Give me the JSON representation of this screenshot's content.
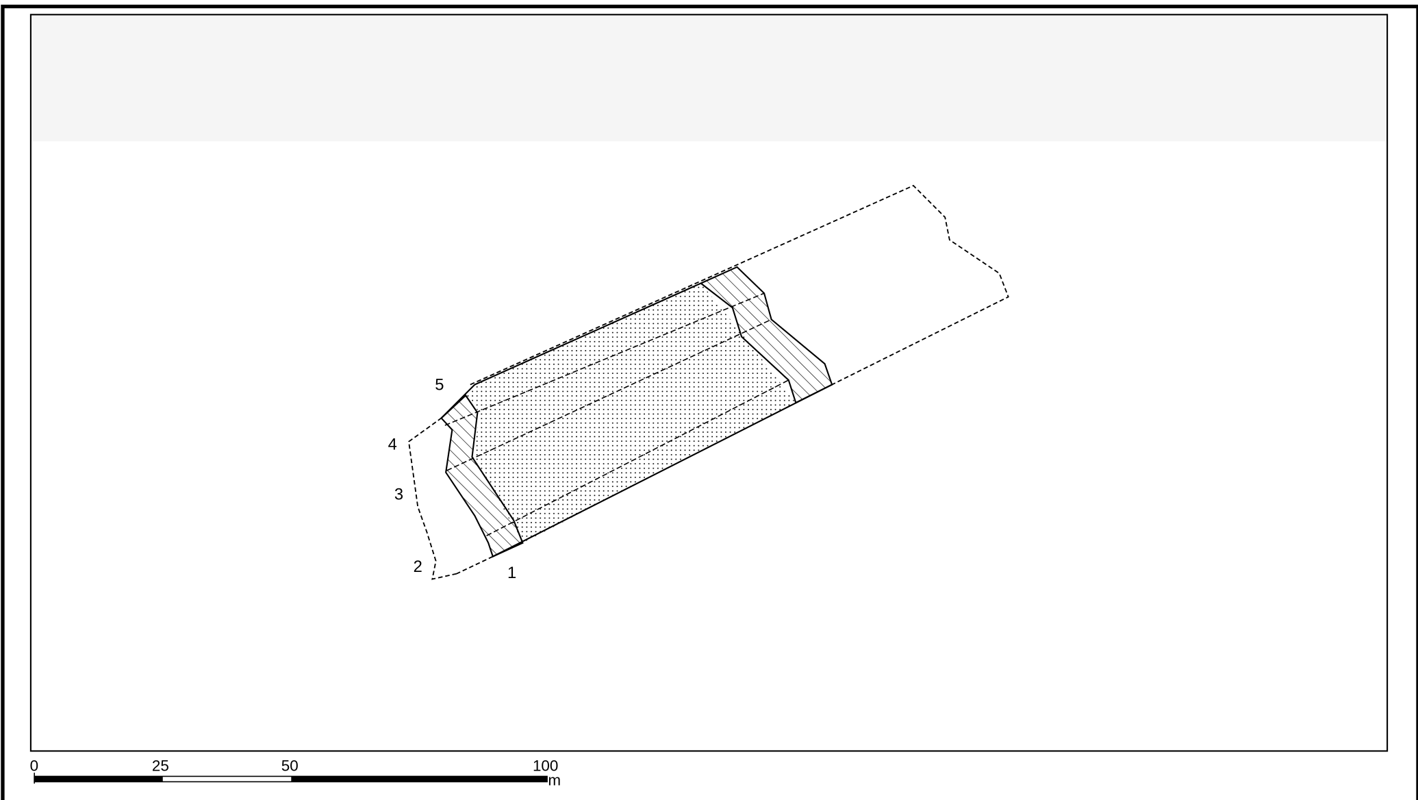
{
  "diagram": {
    "section_labels": [
      "1",
      "2",
      "3",
      "4",
      "5"
    ]
  },
  "scale_bar": {
    "ticks": [
      "0",
      "25",
      "50",
      "100"
    ],
    "unit": "m"
  },
  "colors": {
    "line": "#000000",
    "header_band": "#f5f5f5",
    "background": "#ffffff"
  }
}
